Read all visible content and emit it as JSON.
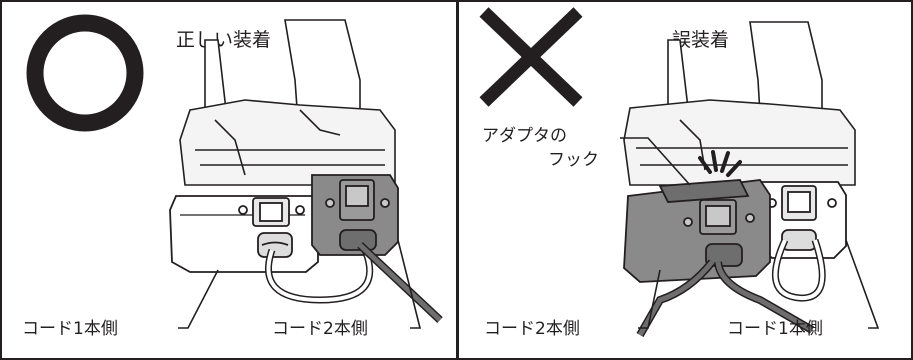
{
  "panels": [
    {
      "mark": "circle-mark",
      "title": "正しい装着",
      "labels": {
        "cord1": "コード1本側",
        "cord2": "コード2本側"
      }
    },
    {
      "mark": "cross-mark",
      "title": "誤装着",
      "labels": {
        "hook_line1": "アダプタの",
        "hook_line2": "フック",
        "cord2": "コード2本側",
        "cord1": "コード1本側"
      }
    }
  ],
  "colors": {
    "line": "#231f20",
    "adapter_gray": "#8a8a8a",
    "body_gray": "#e6e6e6",
    "cable_gray": "#6e6e6e"
  }
}
